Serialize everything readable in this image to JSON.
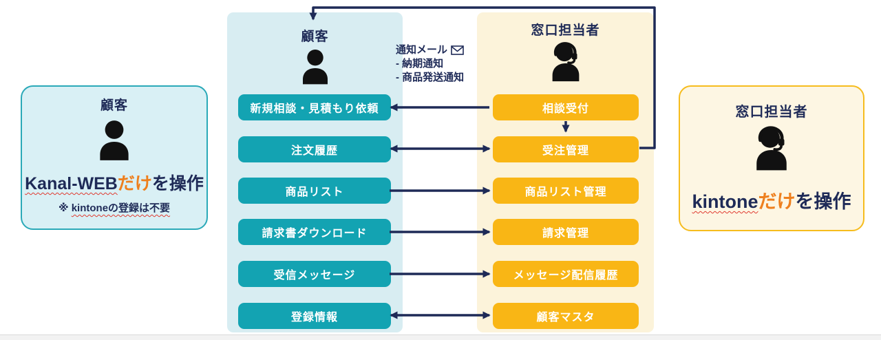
{
  "colors": {
    "navy": "#1e2a57",
    "teal": "#13a3b2",
    "teal_panel": "#d8edf2",
    "teal_box": "#d9f0f5",
    "teal_border": "#2aa9b8",
    "orange": "#f9b615",
    "yellow_panel": "#fcf3da",
    "yellow_box": "#fdf6e3",
    "yellow_border": "#f6bc1d",
    "accent": "#ee7f1d",
    "squiggle": "#e0392f"
  },
  "left_box": {
    "title": "顧客",
    "main_underlined": "Kanal-WEB",
    "main_accent": "だけ",
    "main_suffix": "を操作",
    "note_prefix": "※ ",
    "note_underlined": "kintoneの登録は不要"
  },
  "right_box": {
    "title": "窓口担当者",
    "main_underlined": "kintone",
    "main_accent": "だけ",
    "main_suffix": "を操作"
  },
  "customer_panel": {
    "title": "顧客",
    "items": [
      {
        "label": "新規相談・見積もり依頼"
      },
      {
        "label": "注文履歴"
      },
      {
        "label": "商品リスト"
      },
      {
        "label": "請求書ダウンロード"
      },
      {
        "label": "受信メッセージ"
      },
      {
        "label": "登録情報"
      }
    ]
  },
  "staff_panel": {
    "title": "窓口担当者",
    "items": [
      {
        "label": "相談受付"
      },
      {
        "label": "受注管理"
      },
      {
        "label": "商品リスト管理"
      },
      {
        "label": "請求管理"
      },
      {
        "label": "メッセージ配信履歴"
      },
      {
        "label": "顧客マスタ"
      }
    ]
  },
  "notification": {
    "title": "通知メール",
    "icon": "mail-icon",
    "items": [
      "- 納期通知",
      "- 商品発送通知"
    ]
  },
  "arrows": {
    "rows": [
      {
        "left": "新規相談・見積もり依頼",
        "right": "相談受付",
        "direction": "left"
      },
      {
        "left": "注文履歴",
        "right": "受注管理",
        "direction": "both"
      },
      {
        "left": "商品リスト",
        "right": "商品リスト管理",
        "direction": "right"
      },
      {
        "left": "請求書ダウンロード",
        "right": "請求管理",
        "direction": "right"
      },
      {
        "left": "受信メッセージ",
        "right": "メッセージ配信履歴",
        "direction": "right"
      },
      {
        "left": "登録情報",
        "right": "顧客マスタ",
        "direction": "both"
      }
    ],
    "staff_internal": {
      "from": "相談受付",
      "to": "受注管理",
      "direction": "down"
    },
    "loop": {
      "from": "受注管理",
      "to": "顧客",
      "direction": "right-up-left-down"
    }
  }
}
